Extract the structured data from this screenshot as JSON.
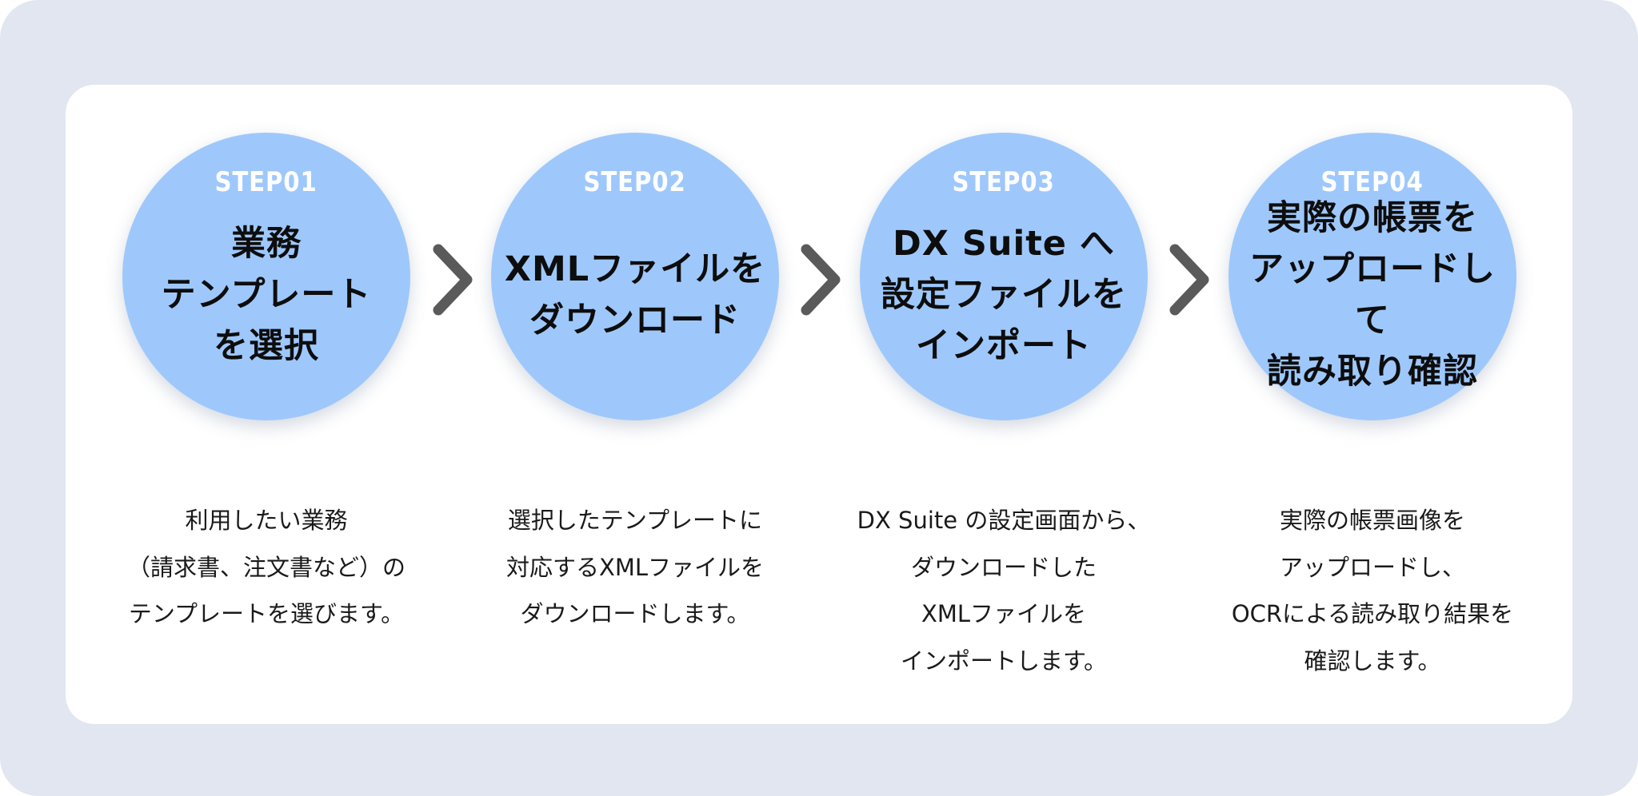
{
  "steps": [
    {
      "label": "STEP01",
      "title": "業務\nテンプレート\nを選択",
      "description": "利用したい業務\n（請求書、注文書など）の\nテンプレートを選びます。"
    },
    {
      "label": "STEP02",
      "title": "XMLファイルを\nダウンロード",
      "description": "選択したテンプレートに\n対応するXMLファイルを\nダウンロードします。"
    },
    {
      "label": "STEP03",
      "title": "DX Suite へ\n設定ファイルを\nインポート",
      "description": "DX Suite の設定画面から、\nダウンロードした\nXMLファイルを\nインポートします。"
    },
    {
      "label": "STEP04",
      "title": "実際の帳票を\nアップロードして\n読み取り確認",
      "description": "実際の帳票画像を\nアップロードし、\nOCRによる読み取り結果を\n確認します。"
    }
  ],
  "colors": {
    "background": "#e1e6f0",
    "card": "#ffffff",
    "circle": "#9ec8fc",
    "step_label": "#ffffff",
    "title_text": "#0d0d0d",
    "chevron": "#5a5a5a",
    "description_text": "#1a1a1a"
  },
  "icons": {
    "connector": "chevron-right-icon"
  }
}
